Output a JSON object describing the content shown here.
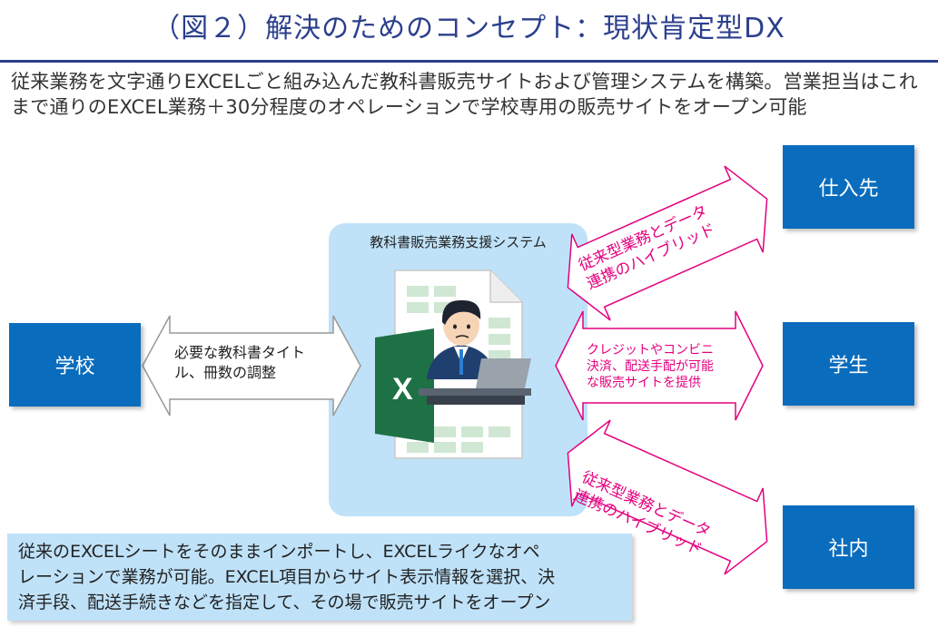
{
  "title": "（図２）解決のためのコンセプト：現状肯定型DX",
  "intro": "従来業務を文字通りEXCELごと組み込んだ教科書販売サイトおよび管理システムを構築。営業担当はこれまで通りのEXCEL業務＋30分程度のオペレーションで学校専用の販売サイトをオープン可能",
  "nodes": {
    "school": "学校",
    "supplier": "仕入先",
    "student": "学生",
    "internal": "社内"
  },
  "system": {
    "title": "教科書販売業務支援システム"
  },
  "arrows": {
    "school_line1": "必要な教科書タイト",
    "school_line2": "ル、冊数の調整",
    "top_line1": "従来型業務とデータ",
    "top_line2": "連携のハイブリッド",
    "mid_line1": "クレジットやコンビニ",
    "mid_line2": "決済、配送手配が可能",
    "mid_line3": "な販売サイトを提供",
    "bottom_line1": "従来型業務とデータ",
    "bottom_line2": "連携のハイブリッド"
  },
  "note": {
    "line1": "従来のEXCELシートをそのままインポートし、EXCELライクなオペ",
    "line2": "レーションで業務が可能。EXCEL項目からサイト表示情報を選択、決",
    "line3": "済手段、配送手続きなどを指定して、その場で販売サイトをオープン"
  },
  "icons": {
    "excel": "excel-icon",
    "person": "person-at-laptop-icon"
  },
  "colors": {
    "title": "#2b3f8c",
    "node": "#0a6cbd",
    "panel": "#bfe2f9",
    "accent": "#e4007f",
    "excel_green": "#1e7145"
  }
}
